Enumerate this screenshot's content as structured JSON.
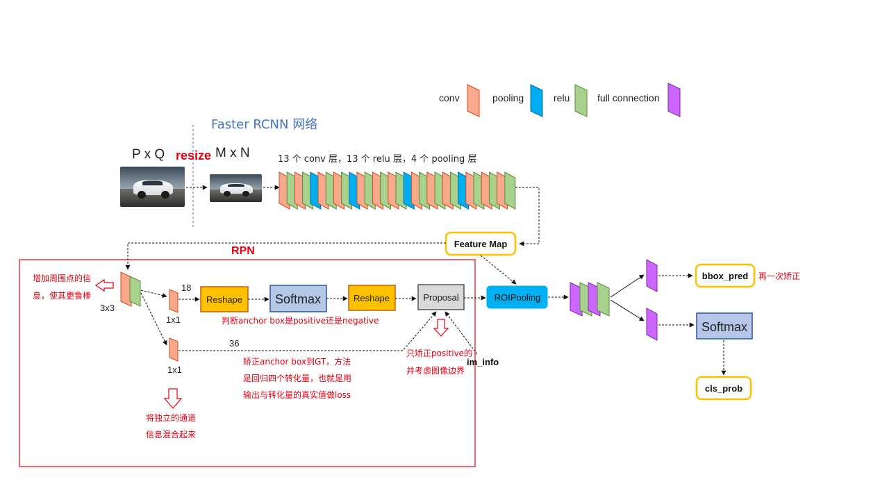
{
  "legend": [
    {
      "label": "conv",
      "color": "#f9a98b"
    },
    {
      "label": "pooling",
      "color": "#00aeef"
    },
    {
      "label": "relu",
      "color": "#a9d18e"
    },
    {
      "label": "full connection",
      "color": "#cc66ff"
    }
  ],
  "title": "Faster RCNN 网络",
  "input": {
    "size_label": "P x Q",
    "resize_label": "resize",
    "resized_label": "M x N"
  },
  "backbone_caption": "13 个 conv 层，13 个 relu 层，4 个 pooling 层",
  "backbone_layers": [
    "conv",
    "relu",
    "conv",
    "relu",
    "pooling",
    "conv",
    "relu",
    "conv",
    "relu",
    "pooling",
    "conv",
    "relu",
    "conv",
    "relu",
    "conv",
    "relu",
    "pooling",
    "conv",
    "relu",
    "conv",
    "relu",
    "conv",
    "relu",
    "pooling",
    "conv",
    "relu",
    "conv",
    "relu",
    "conv",
    "relu"
  ],
  "feature_map": "Feature Map",
  "rpn": {
    "title": "RPN",
    "note_3x3": "增加周围点的信息，使其更鲁棒",
    "note_3x3_lines": [
      "增加周围点的信",
      "息，使其更鲁棒"
    ],
    "kernel_3x3": "3x3",
    "kernel_1x1_top": "1x1",
    "kernel_1x1_bottom": "1x1",
    "channels_18": "18",
    "channels_36": "36",
    "reshape1": "Reshape",
    "softmax": "Softmax",
    "reshape2": "Reshape",
    "proposal": "Proposal",
    "cls_note": "判断anchor box是positive还是negative",
    "reg_note_lines": [
      "矫正anchor box到GT，方法",
      "是回归四个转化量，也就是用",
      "输出与转化量的真实值做loss"
    ],
    "mix_note_lines": [
      "将独立的通道",
      "信息混合起来"
    ],
    "proposal_note_lines": [
      "只矫正positive的",
      "并考虑图像边界"
    ],
    "im_info": "im_info"
  },
  "roipooling": "ROIPooling",
  "head": {
    "bbox_pred": "bbox_pred",
    "bbox_note": "再一次矫正",
    "softmax": "Softmax",
    "cls_prob": "cls_prob"
  },
  "colors": {
    "conv": "#f9a98b",
    "pooling": "#00aeef",
    "relu": "#a9d18e",
    "fc": "#cc66ff",
    "reshape": "#ffc000",
    "softmax": "#b4c7e7",
    "proposal": "#d9d9d9",
    "roipooling": "#00b0f0",
    "output_border": "#ffc000",
    "rpn_border": "#e60012",
    "title_blue": "#4472c4",
    "accent_red": "#e60012"
  }
}
